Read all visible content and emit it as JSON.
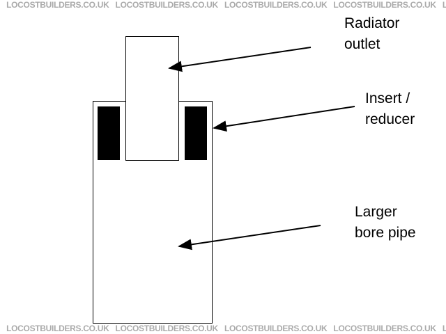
{
  "watermark": "LOCOSTBUILDERS.CO.UK",
  "labels": {
    "radiator_outlet": [
      "Radiator",
      "outlet"
    ],
    "insert_reducer": [
      "Insert /",
      "reducer"
    ],
    "larger_bore_pipe": [
      "Larger",
      "bore pipe"
    ]
  }
}
